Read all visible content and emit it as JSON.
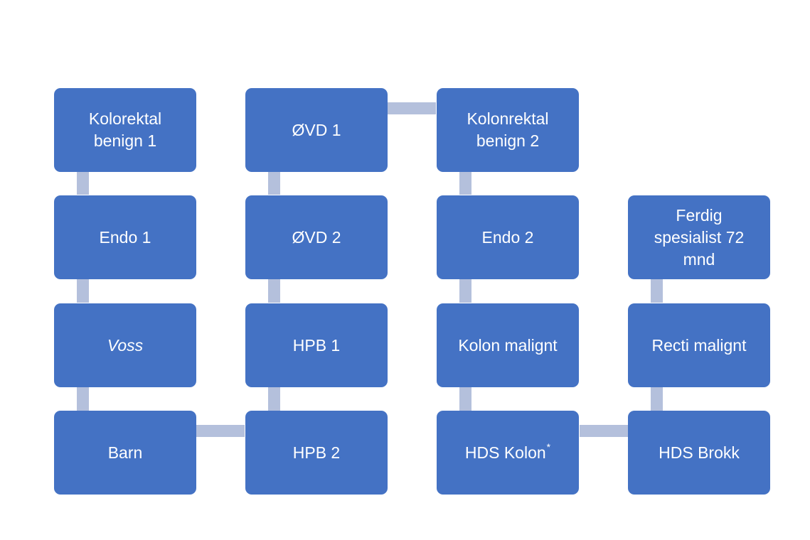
{
  "colors": {
    "node_fill": "#4472c4",
    "node_text": "#ffffff",
    "connector": "#b4c0dc",
    "background": "#ffffff"
  },
  "nodes": [
    {
      "id": "kolorektal-benign-1",
      "label": "Kolorektal\nbenign 1"
    },
    {
      "id": "endo-1",
      "label": "Endo 1"
    },
    {
      "id": "voss",
      "label": "Voss"
    },
    {
      "id": "barn",
      "label": "Barn"
    },
    {
      "id": "ovd-1",
      "label": "ØVD 1"
    },
    {
      "id": "ovd-2",
      "label": "ØVD 2"
    },
    {
      "id": "hpb-1",
      "label": "HPB 1"
    },
    {
      "id": "hpb-2",
      "label": "HPB 2"
    },
    {
      "id": "kolonrektal-benign-2",
      "label": "Kolonrektal\nbenign 2"
    },
    {
      "id": "endo-2",
      "label": "Endo 2"
    },
    {
      "id": "kolon-malignt",
      "label": "Kolon malignt"
    },
    {
      "id": "hds-kolon",
      "label": "HDS Kolon",
      "superscript": "*"
    },
    {
      "id": "ferdig-spesialist",
      "label": "Ferdig\nspesialist 72\nmnd"
    },
    {
      "id": "recti-malignt",
      "label": "Recti malignt"
    },
    {
      "id": "hds-brokk",
      "label": "HDS Brokk"
    }
  ],
  "edges": [
    [
      "kolorektal-benign-1",
      "endo-1"
    ],
    [
      "endo-1",
      "voss"
    ],
    [
      "voss",
      "barn"
    ],
    [
      "barn",
      "hpb-2"
    ],
    [
      "hpb-2",
      "hpb-1"
    ],
    [
      "hpb-1",
      "ovd-2"
    ],
    [
      "ovd-2",
      "ovd-1"
    ],
    [
      "ovd-1",
      "kolonrektal-benign-2"
    ],
    [
      "kolonrektal-benign-2",
      "endo-2"
    ],
    [
      "endo-2",
      "kolon-malignt"
    ],
    [
      "kolon-malignt",
      "hds-kolon"
    ],
    [
      "hds-kolon",
      "hds-brokk"
    ],
    [
      "hds-brokk",
      "recti-malignt"
    ],
    [
      "recti-malignt",
      "ferdig-spesialist"
    ]
  ]
}
